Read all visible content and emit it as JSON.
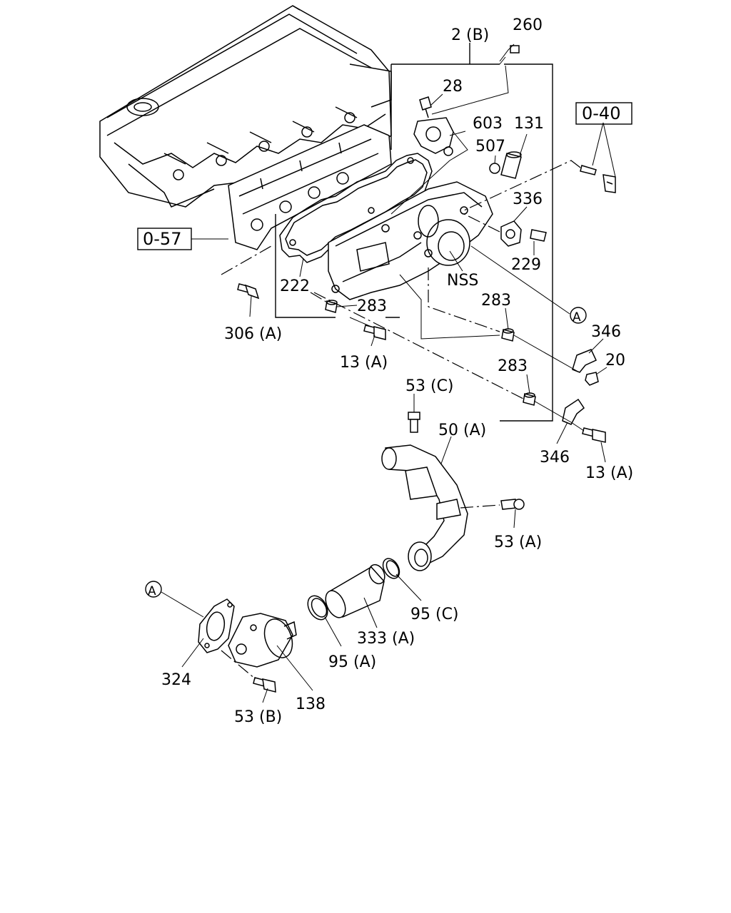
{
  "labels": {
    "l2b": "2 (B)",
    "l260": "260",
    "l28": "28",
    "l603": "603",
    "l131": "131",
    "l507": "507",
    "l040": "0-40",
    "l336": "336",
    "l057": "0-57",
    "l229": "229",
    "lnss": "NSS",
    "l222": "222",
    "l283a": "283",
    "l283b": "283",
    "l283c": "283",
    "l306a": "306 (A)",
    "l13a_1": "13 (A)",
    "l13a_2": "13 (A)",
    "l346a": "346",
    "l346b": "346",
    "l20": "20",
    "l53c": "53 (C)",
    "l50a": "50 (A)",
    "l53a": "53 (A)",
    "l95c": "95 (C)",
    "l333a": "333 (A)",
    "l95a": "95 (A)",
    "l324": "324",
    "l138": "138",
    "l53b": "53 (B)",
    "refA1": "A",
    "refA2": "A"
  },
  "colors": {
    "line": "#000000",
    "background": "#ffffff"
  }
}
